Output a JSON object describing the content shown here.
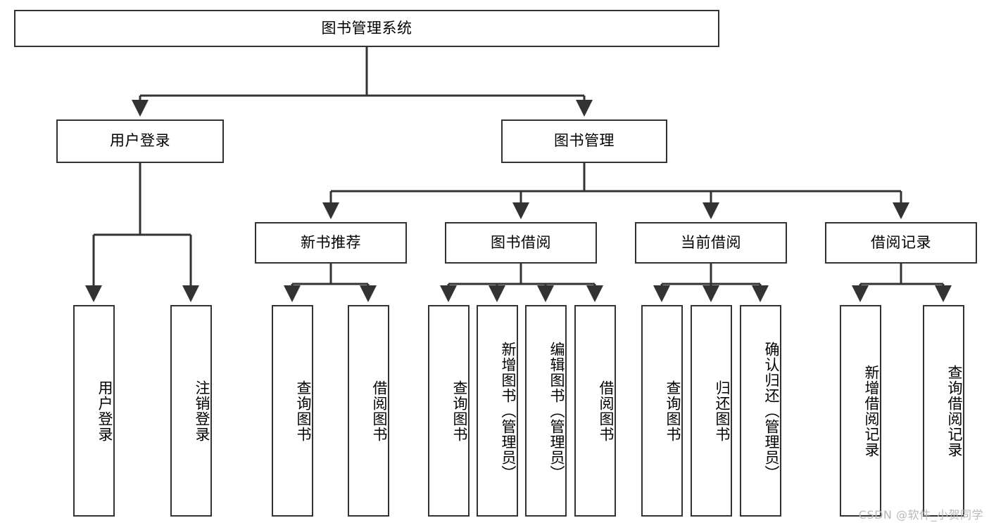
{
  "diagram": {
    "title": "图书管理系统",
    "type": "tree-hierarchy",
    "watermark": "CSDN @软件_小贺同学",
    "colors": {
      "stroke": "#333333",
      "fill": "#ffffff",
      "text": "#000000",
      "watermark": "#b9b9b9"
    },
    "root": {
      "id": "root",
      "label": "图书管理系统"
    },
    "level2": [
      {
        "id": "user-login",
        "label": "用户登录"
      },
      {
        "id": "book-manage",
        "label": "图书管理"
      }
    ],
    "level3": [
      {
        "id": "new-book-rec",
        "label": "新书推荐",
        "parent": "book-manage"
      },
      {
        "id": "book-borrow",
        "label": "图书借阅",
        "parent": "book-manage"
      },
      {
        "id": "current-borrow",
        "label": "当前借阅",
        "parent": "book-manage"
      },
      {
        "id": "borrow-record",
        "label": "借阅记录",
        "parent": "book-manage"
      }
    ],
    "leaves": {
      "user_login": [
        {
          "id": "leaf-user-login",
          "label": "用户登录"
        },
        {
          "id": "leaf-logout",
          "label": "注销登录"
        }
      ],
      "new_book_rec": [
        {
          "id": "leaf-query-book-1",
          "label": "查询图书"
        },
        {
          "id": "leaf-borrow-book-1",
          "label": "借阅图书"
        }
      ],
      "book_borrow": [
        {
          "id": "leaf-query-book-2",
          "label": "查询图书"
        },
        {
          "id": "leaf-add-book",
          "label": "新增图书（管理员）"
        },
        {
          "id": "leaf-edit-book",
          "label": "编辑图书（管理员）"
        },
        {
          "id": "leaf-borrow-book-2",
          "label": "借阅图书"
        }
      ],
      "current_borrow": [
        {
          "id": "leaf-query-book-3",
          "label": "查询图书"
        },
        {
          "id": "leaf-return-book",
          "label": "归还图书"
        },
        {
          "id": "leaf-confirm-return",
          "label": "确认归还（管理员）"
        }
      ],
      "borrow_record": [
        {
          "id": "leaf-add-record",
          "label": "新增借阅记录"
        },
        {
          "id": "leaf-query-record",
          "label": "查询借阅记录"
        }
      ]
    }
  }
}
